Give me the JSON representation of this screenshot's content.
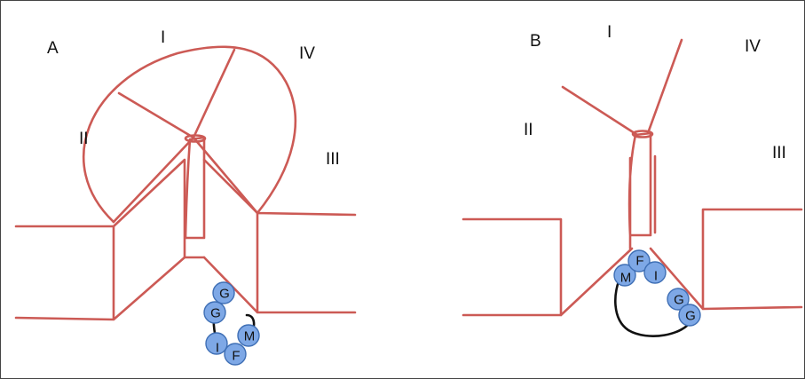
{
  "panel_a": {
    "letter": "A",
    "regions": {
      "I": "I",
      "II": "II",
      "III": "III",
      "IV": "IV"
    },
    "beads": [
      "G",
      "G",
      "M",
      "I",
      "F"
    ]
  },
  "panel_b": {
    "letter": "B",
    "regions": {
      "I": "I",
      "II": "II",
      "III": "III",
      "IV": "IV"
    },
    "beads": [
      "M",
      "F",
      "I",
      "G",
      "G"
    ]
  },
  "colors": {
    "structure": "#cc5a55",
    "bead_fill": "#7ea8e6",
    "loop": "#111111"
  }
}
